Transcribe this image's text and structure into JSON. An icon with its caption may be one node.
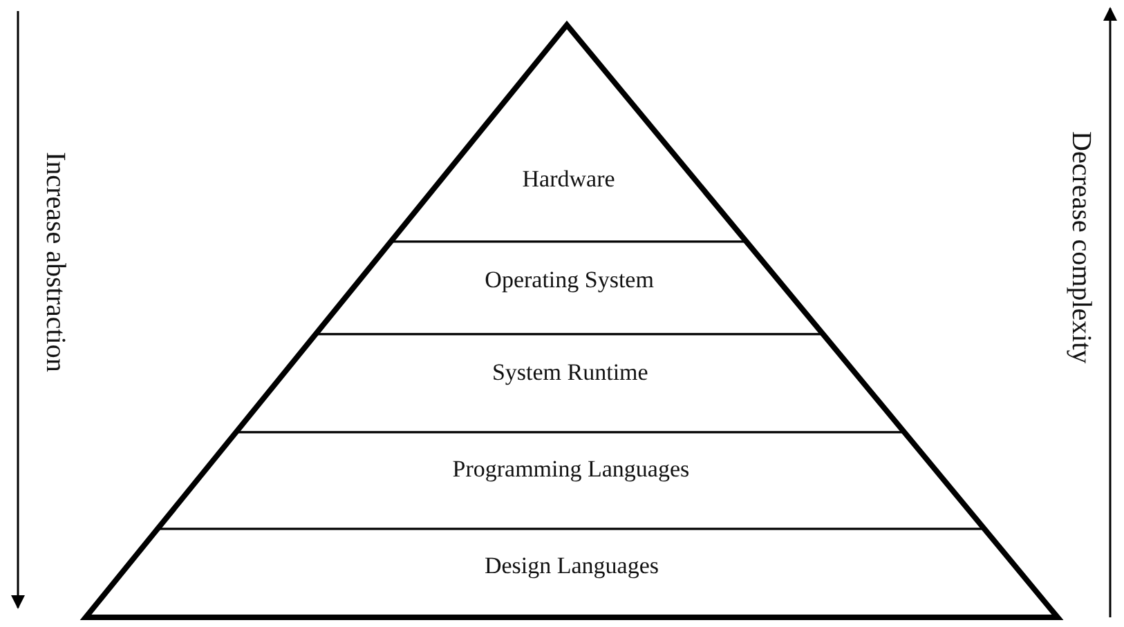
{
  "diagram": {
    "nodes": [
      {
        "text": [
          "Hardware"
        ]
      },
      {
        "text": [
          "Operating System"
        ]
      },
      {
        "text": [
          "System Runtime"
        ]
      },
      {
        "text": [
          "Programming Languages"
        ]
      },
      {
        "text": [
          "Design Languages"
        ]
      }
    ],
    "labels": [
      "Increase abstraction",
      "Decrease complexity"
    ]
  }
}
